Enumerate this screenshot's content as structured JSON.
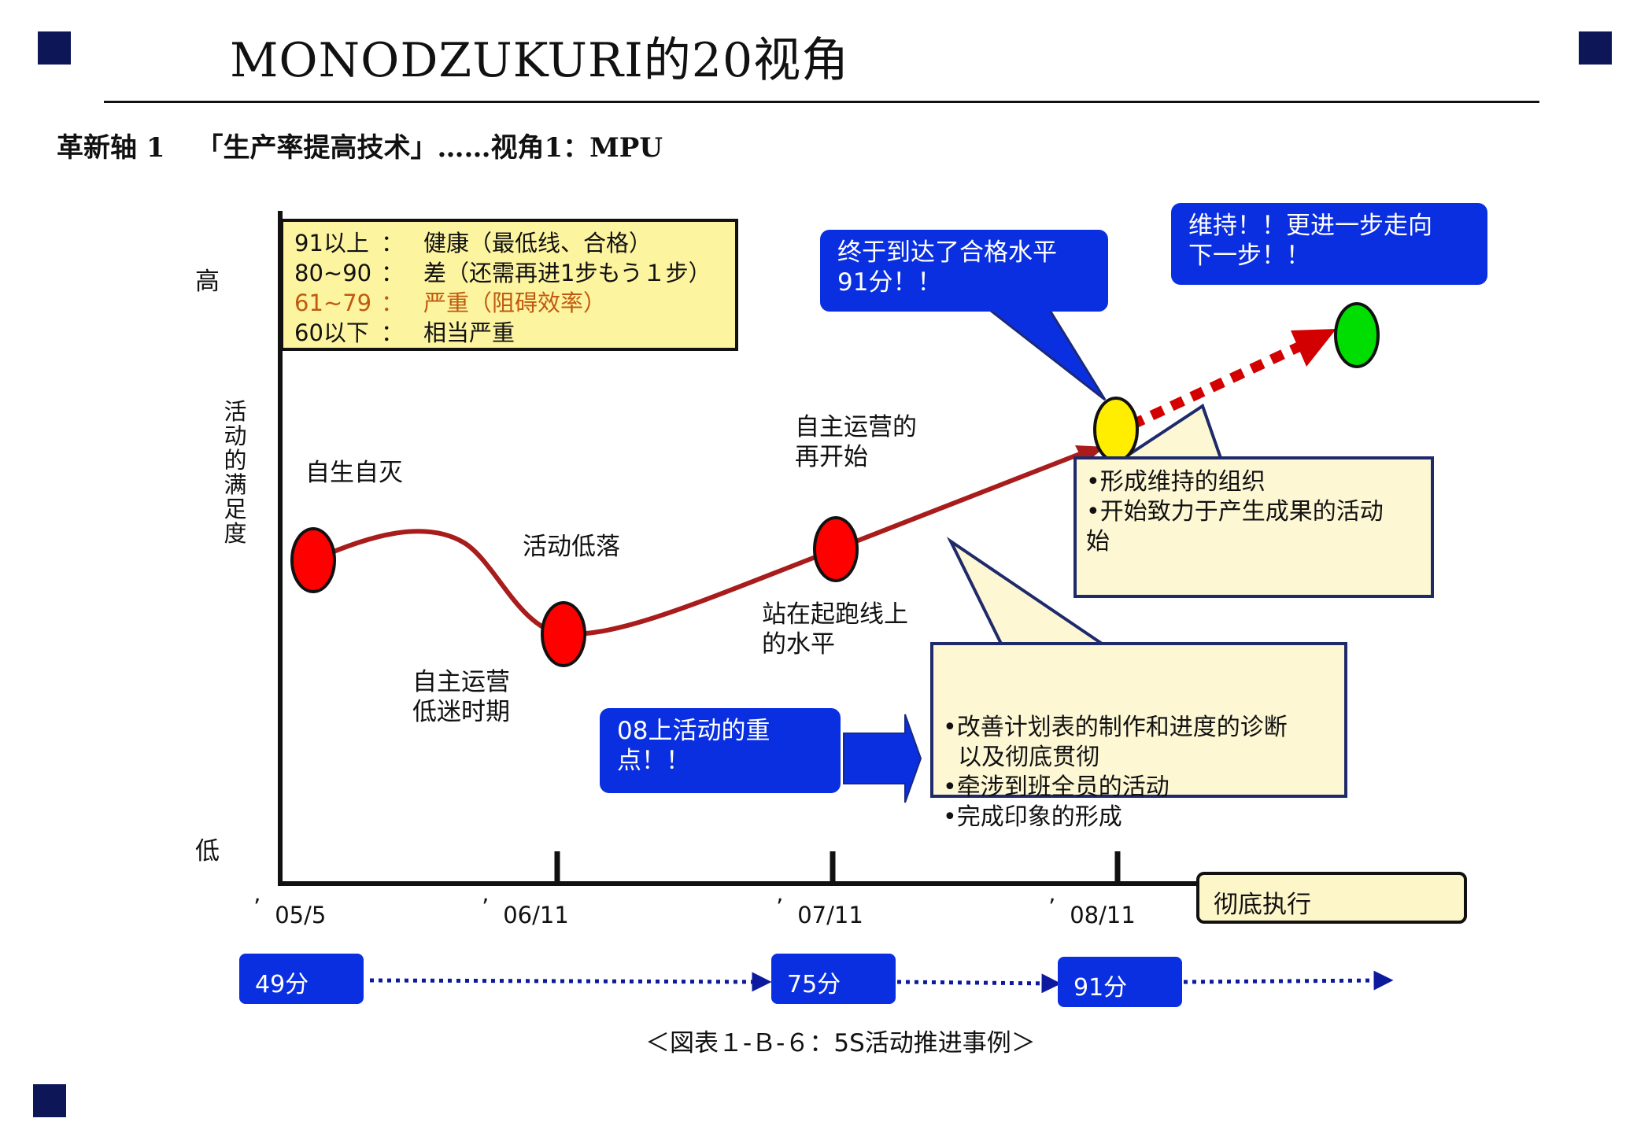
{
  "header": {
    "title": "MONODZUKURI的20视角",
    "subtitle_axis": "革新轴 1",
    "subtitle_text": "「生产率提高技术」……视角1：MPU"
  },
  "chart_data": {
    "type": "line",
    "y_axis_title": "活动的满足度",
    "y_high_label": "高",
    "y_low_label": "低",
    "x_ticks": [
      "05/5",
      "06/11",
      "07/11",
      "08/11"
    ],
    "x_tick_prefix": "’",
    "milestones": [
      {
        "x": "05/5",
        "label": "自生自灭",
        "color": "#ff0000"
      },
      {
        "x": "06/11",
        "label": "活动低落",
        "color": "#ff0000"
      },
      {
        "x": "07/11",
        "label": "自主运营的再开始",
        "color": "#ff0000"
      },
      {
        "x": "08/11",
        "label": "",
        "color": "#ffee00"
      },
      {
        "x": "future",
        "label": "",
        "color": "#00dd00"
      }
    ],
    "line_color": "#a81c1c",
    "future_arrow_color": "#d20000"
  },
  "legend": {
    "rows": [
      {
        "range": "91以上",
        "sep": "：",
        "desc": "健康（最低线、合格）"
      },
      {
        "range": "80~90",
        "sep": "：",
        "desc": "差（还需再进1步もう１步）"
      },
      {
        "range": "61~79",
        "sep": "：",
        "desc": "严重（阻碍效率）"
      },
      {
        "range": "60以下",
        "sep": "：",
        "desc": "相当严重"
      }
    ]
  },
  "labels": {
    "jishengjimie": "自生自灭",
    "didi_line1": "自主运营",
    "didi_line2": "低迷时期",
    "dilo": "活动低落",
    "restart_line1": "自主运营的",
    "restart_line2": "再开始",
    "start_line1": "站在起跑线上",
    "start_line2": "的水平"
  },
  "callouts": {
    "reached_line1": "终于到达了合格水平",
    "reached_line2": "91分！！",
    "maintain_line1": "维持！！更进一步走向",
    "maintain_line2": "下一步！！",
    "focus_line1": "08上活动的重",
    "focus_line2": "点！！"
  },
  "notes": {
    "org": [
      "•形成维持的组织",
      "•开始致力于产生成果的活动",
      "始"
    ],
    "actions": [
      "•改善计划表的制作和进度的诊断",
      "  以及彻底贯彻",
      "•牵涉到班全员的活动",
      "•完成印象的形成"
    ]
  },
  "execute_label": "彻底执行",
  "scores": [
    "49分",
    "75分",
    "91分"
  ],
  "caption": "＜図表１-Ｂ-６：5S活动推进事例＞"
}
